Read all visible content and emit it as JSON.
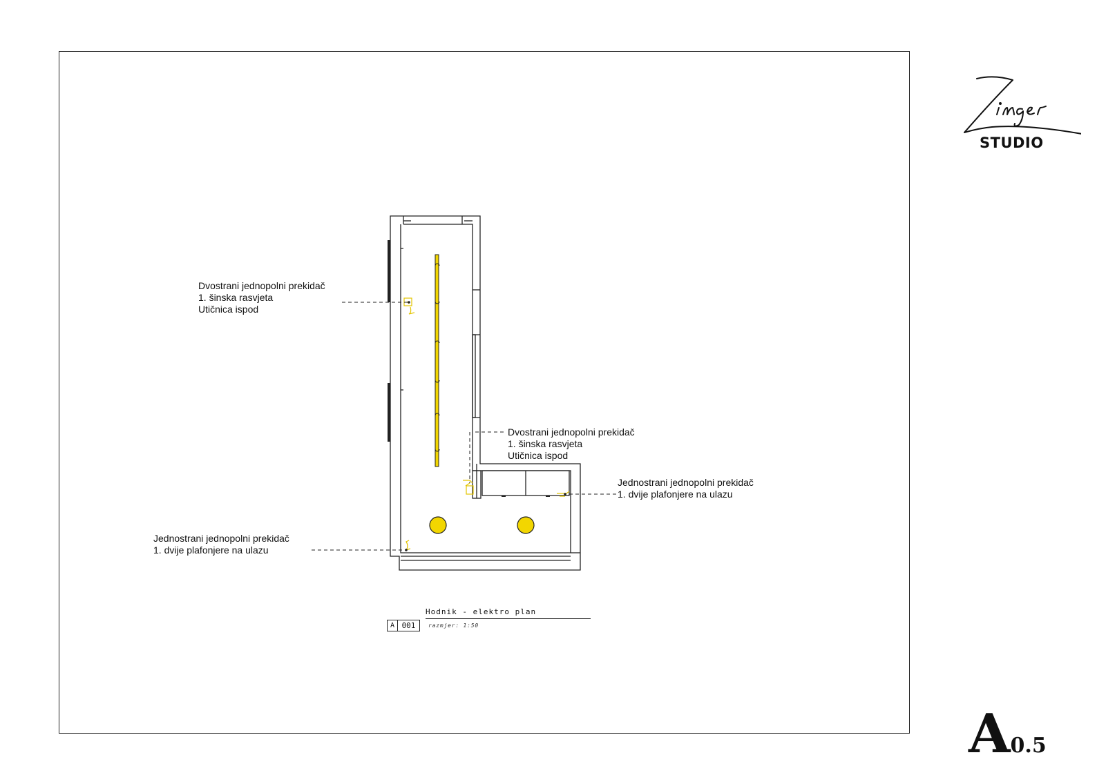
{
  "callouts": {
    "left_top": {
      "line1": "Dvostrani jednopolni prekidač",
      "line2": "1. šinska rasvjeta",
      "line3": "Utičnica ispod"
    },
    "middle": {
      "line1": "Dvostrani jednopolni prekidač",
      "line2": "1. šinska rasvjeta",
      "line3": "Utičnica ispod"
    },
    "right": {
      "line1": "Jednostrani jednopolni prekidač",
      "line2": "1. dvije plafonjere na ulazu"
    },
    "left_bottom": {
      "line1": "Jednostrani jednopolni prekidač",
      "line2": "1. dvije plafonjere na ulazu"
    }
  },
  "title_block": {
    "title": "Hodnik - elektro plan",
    "prefix": "A",
    "number": "001",
    "scale": "razmjer: 1:50"
  },
  "logo": {
    "script": "Zinger",
    "word": "STUDIO"
  },
  "sheet": {
    "letter": "A",
    "number": "0.5"
  },
  "colors": {
    "lighting": "#f2d600",
    "lines": "#222222"
  }
}
